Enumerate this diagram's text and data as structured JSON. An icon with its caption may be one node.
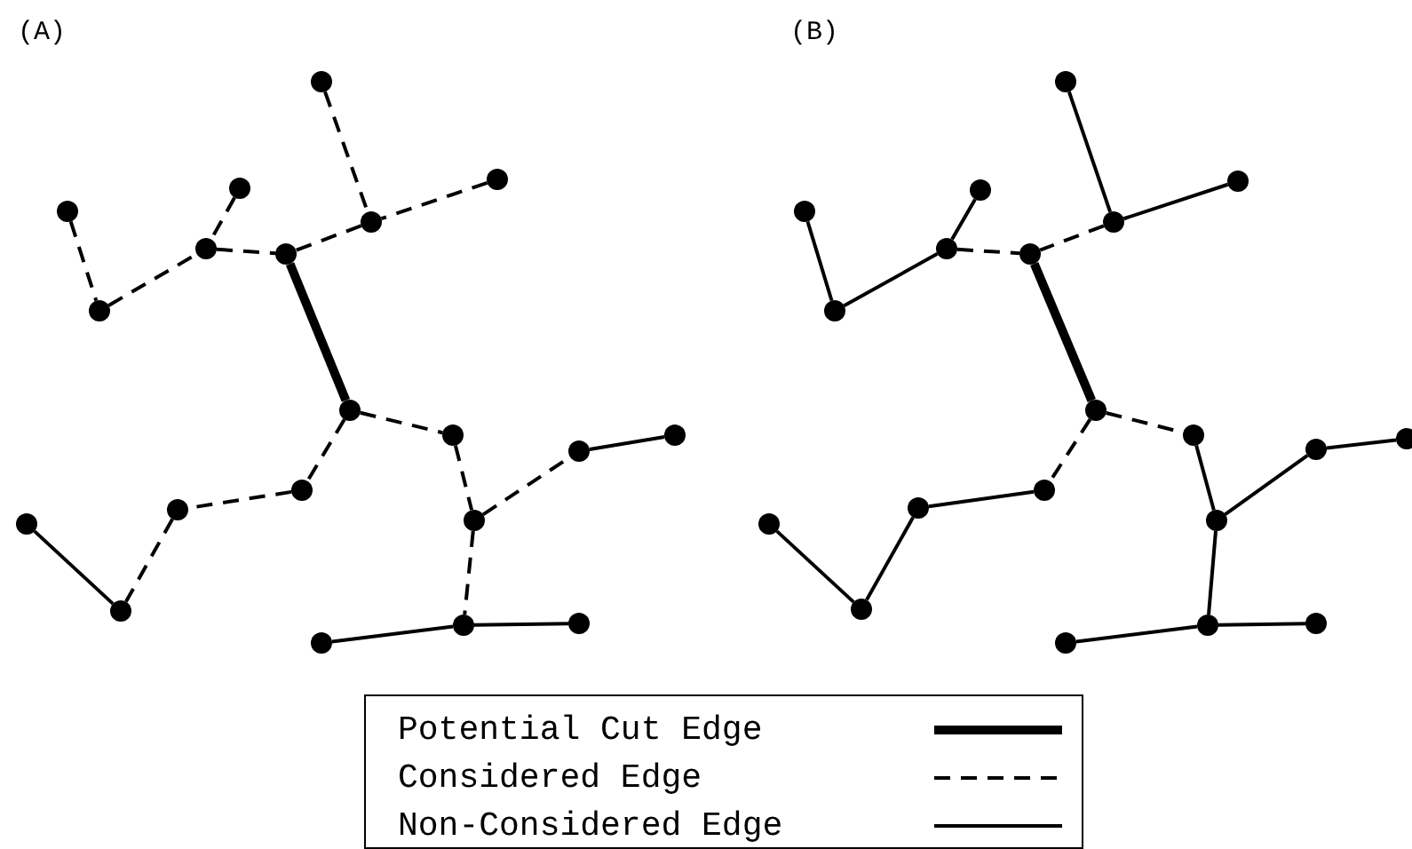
{
  "diagram": {
    "nodes": [
      {
        "text": [],
        "shape": "circle"
      },
      {
        "text": [],
        "shape": "circle"
      },
      {
        "text": [],
        "shape": "circle"
      },
      {
        "text": [],
        "shape": "circle"
      },
      {
        "text": [],
        "shape": "circle"
      },
      {
        "text": [],
        "shape": "circle"
      },
      {
        "text": [],
        "shape": "circle"
      },
      {
        "text": [],
        "shape": "circle"
      },
      {
        "text": [],
        "shape": "circle"
      },
      {
        "text": [],
        "shape": "circle"
      },
      {
        "text": [],
        "shape": "circle"
      },
      {
        "text": [],
        "shape": "circle"
      },
      {
        "text": [],
        "shape": "circle"
      },
      {
        "text": [],
        "shape": "circle"
      },
      {
        "text": [],
        "shape": "circle"
      },
      {
        "text": [],
        "shape": "circle"
      },
      {
        "text": [],
        "shape": "circle"
      },
      {
        "text": [],
        "shape": "circle"
      },
      {
        "text": [],
        "shape": "circle"
      },
      {
        "text": [],
        "shape": "circle"
      },
      {
        "text": [],
        "shape": "circle"
      },
      {
        "text": [],
        "shape": "circle"
      },
      {
        "text": [],
        "shape": "circle"
      },
      {
        "text": [],
        "shape": "circle"
      },
      {
        "text": [],
        "shape": "circle"
      },
      {
        "text": [],
        "shape": "circle"
      },
      {
        "text": [],
        "shape": "circle"
      },
      {
        "text": [],
        "shape": "circle"
      },
      {
        "text": [],
        "shape": "circle"
      },
      {
        "text": [],
        "shape": "circle"
      },
      {
        "text": [],
        "shape": "circle"
      },
      {
        "text": [],
        "shape": "circle"
      },
      {
        "text": [],
        "shape": "circle"
      },
      {
        "text": [],
        "shape": "circle"
      },
      {
        "text": [],
        "shape": "circle"
      },
      {
        "text": [],
        "shape": "circle"
      },
      {
        "text": [],
        "shape": "circle"
      },
      {
        "text": [],
        "shape": "circle"
      },
      {
        "text": [],
        "shape": "circle"
      },
      {
        "text": [],
        "shape": "circle"
      }
    ],
    "edges": [
      {
        "from": 0,
        "to": 4,
        "arrow": "none",
        "style": "dashed"
      },
      {
        "from": 1,
        "to": 4,
        "arrow": "none",
        "style": "dashed"
      },
      {
        "from": 4,
        "to": 6,
        "arrow": "none",
        "style": "dashed"
      },
      {
        "from": 2,
        "to": 5,
        "arrow": "none",
        "style": "dashed"
      },
      {
        "from": 5,
        "to": 6,
        "arrow": "none",
        "style": "dashed"
      },
      {
        "from": 3,
        "to": 7,
        "arrow": "none",
        "style": "dashed"
      },
      {
        "from": 7,
        "to": 5,
        "arrow": "none",
        "style": "dashed"
      },
      {
        "from": 6,
        "to": 8,
        "arrow": "none",
        "style": "thick"
      },
      {
        "from": 8,
        "to": 9,
        "arrow": "none",
        "style": "dashed"
      },
      {
        "from": 8,
        "to": 12,
        "arrow": "none",
        "style": "dashed"
      },
      {
        "from": 12,
        "to": 13,
        "arrow": "none",
        "style": "dashed"
      },
      {
        "from": 13,
        "to": 16,
        "arrow": "none",
        "style": "dashed"
      },
      {
        "from": 15,
        "to": 16,
        "arrow": "none"
      },
      {
        "from": 9,
        "to": 14,
        "arrow": "none",
        "style": "dashed"
      },
      {
        "from": 14,
        "to": 11,
        "arrow": "none",
        "style": "dashed"
      },
      {
        "from": 11,
        "to": 10,
        "arrow": "none"
      },
      {
        "from": 14,
        "to": 18,
        "arrow": "none",
        "style": "dashed"
      },
      {
        "from": 19,
        "to": 18,
        "arrow": "none"
      },
      {
        "from": 18,
        "to": 17,
        "arrow": "none"
      },
      {
        "from": 20,
        "to": 24,
        "arrow": "none"
      },
      {
        "from": 21,
        "to": 24,
        "arrow": "none"
      },
      {
        "from": 24,
        "to": 26,
        "arrow": "none",
        "style": "dashed"
      },
      {
        "from": 22,
        "to": 25,
        "arrow": "none"
      },
      {
        "from": 25,
        "to": 26,
        "arrow": "none",
        "style": "dashed"
      },
      {
        "from": 23,
        "to": 27,
        "arrow": "none"
      },
      {
        "from": 27,
        "to": 25,
        "arrow": "none"
      },
      {
        "from": 26,
        "to": 28,
        "arrow": "none",
        "style": "thick"
      },
      {
        "from": 28,
        "to": 29,
        "arrow": "none",
        "style": "dashed"
      },
      {
        "from": 28,
        "to": 32,
        "arrow": "none",
        "style": "dashed"
      },
      {
        "from": 32,
        "to": 33,
        "arrow": "none"
      },
      {
        "from": 33,
        "to": 36,
        "arrow": "none"
      },
      {
        "from": 35,
        "to": 36,
        "arrow": "none"
      },
      {
        "from": 29,
        "to": 34,
        "arrow": "none"
      },
      {
        "from": 34,
        "to": 31,
        "arrow": "none"
      },
      {
        "from": 31,
        "to": 30,
        "arrow": "none"
      },
      {
        "from": 34,
        "to": 38,
        "arrow": "none"
      },
      {
        "from": 39,
        "to": 38,
        "arrow": "none"
      },
      {
        "from": 38,
        "to": 37,
        "arrow": "none"
      }
    ],
    "labels": [
      "(A)",
      "(B)"
    ],
    "legend": [
      {
        "text": "Potential Cut Edge"
      },
      {
        "text": "Considered Edge"
      },
      {
        "text": "Non-Considered Edge"
      }
    ]
  }
}
